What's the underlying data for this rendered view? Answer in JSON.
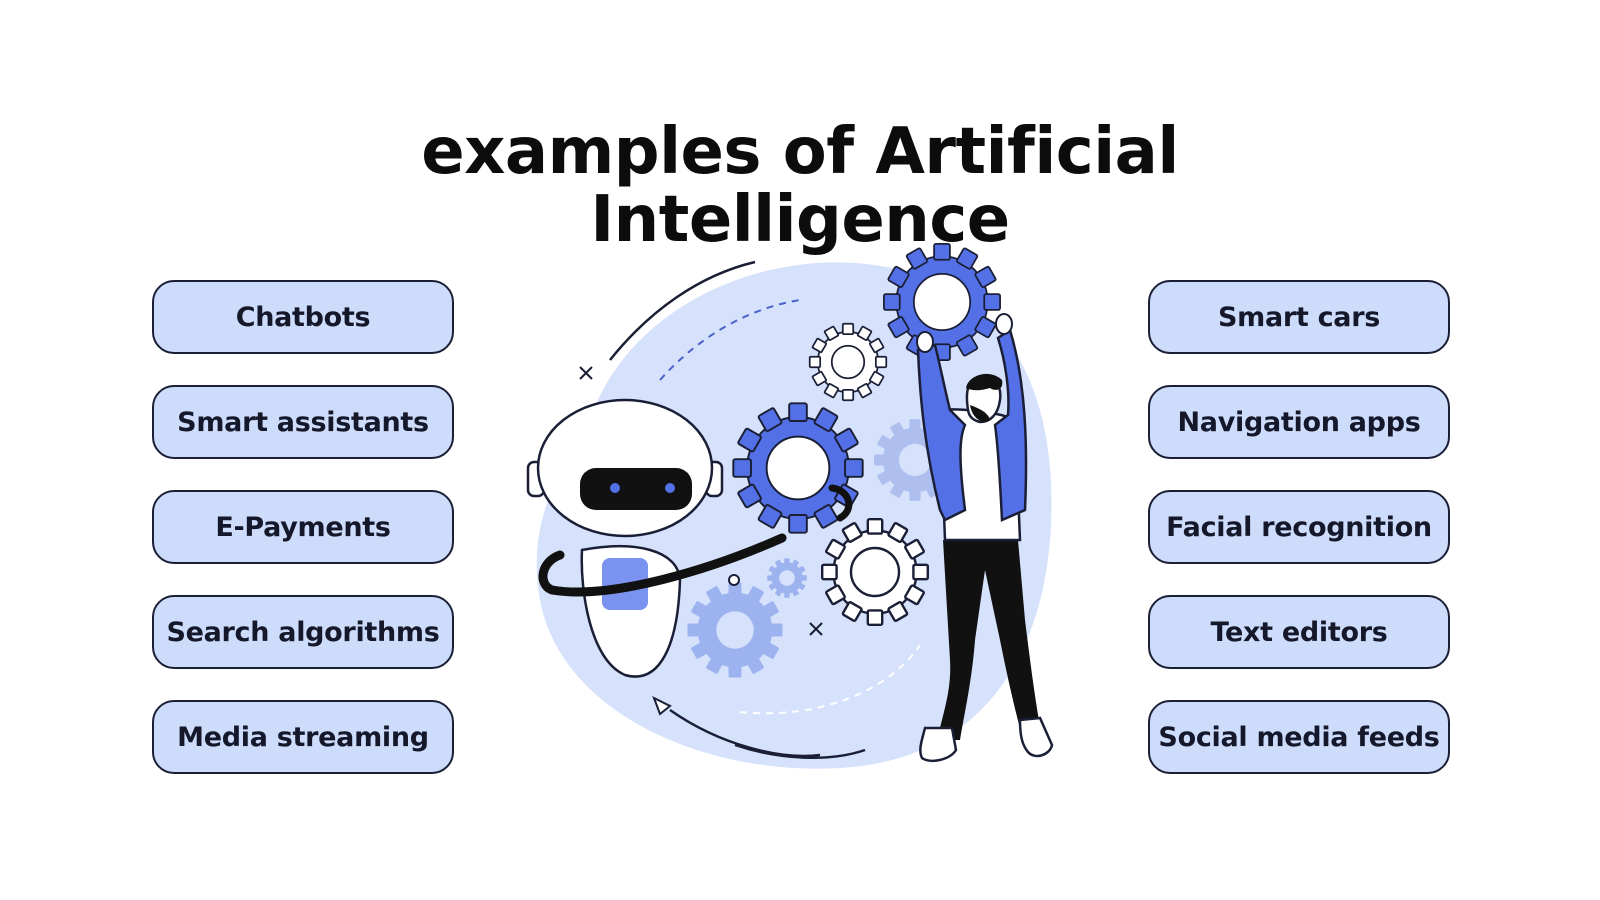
{
  "title": {
    "line1": "examples of Artificial",
    "line2": "Intelligence"
  },
  "left_items": [
    {
      "label": "Chatbots"
    },
    {
      "label": "Smart assistants"
    },
    {
      "label": "E-Payments"
    },
    {
      "label": "Search algorithms"
    },
    {
      "label": "Media streaming"
    }
  ],
  "right_items": [
    {
      "label": "Smart cars"
    },
    {
      "label": "Navigation apps"
    },
    {
      "label": "Facial recognition"
    },
    {
      "label": "Text editors"
    },
    {
      "label": "Social media feeds"
    }
  ],
  "colors": {
    "pill_fill": "#cddcfb",
    "pill_border": "#1b1f36",
    "blob": "#d6e2fb",
    "accent_blue": "#5470e6",
    "dark": "#111111"
  },
  "icons": [
    "robot-icon",
    "gear-icon",
    "person-icon"
  ]
}
